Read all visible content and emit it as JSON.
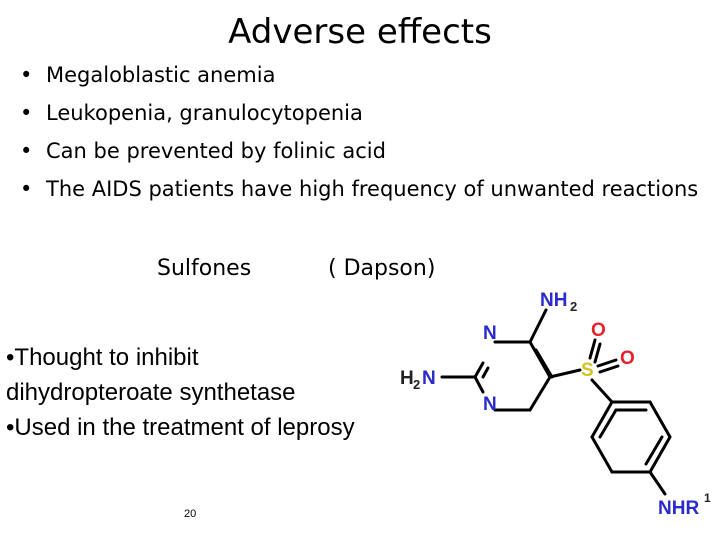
{
  "slide": {
    "title": "Adverse effects",
    "bullets": [
      "Megaloblastic anemia",
      "Leukopenia, granulocytopenia",
      "Can be prevented by folinic acid",
      "The AIDS patients have high frequency of unwanted reactions"
    ],
    "sulfones_label": "Sulfones",
    "dapson_label": "( Dapson)",
    "lower_points": [
      "•Thought to inhibit dihydropteroate synthetase",
      "•Used in the treatment of leprosy"
    ],
    "page_number": "20"
  },
  "structure": {
    "atoms": {
      "nh2_top": "NH",
      "nh2_top_sub": "2",
      "h2n_left": "H",
      "h2n_left_sub": "2",
      "h2n_left_n": "N",
      "n_upper": "N",
      "n_lower": "N",
      "s": "S",
      "o_top": "O",
      "o_right": "O",
      "nhr": "NHR",
      "nhr_sup": "1"
    },
    "colors": {
      "nitrogen": "#2b2bcc",
      "oxygen": "#e8202a",
      "sulfur": "#d6c21f",
      "bond": "#000000"
    }
  }
}
